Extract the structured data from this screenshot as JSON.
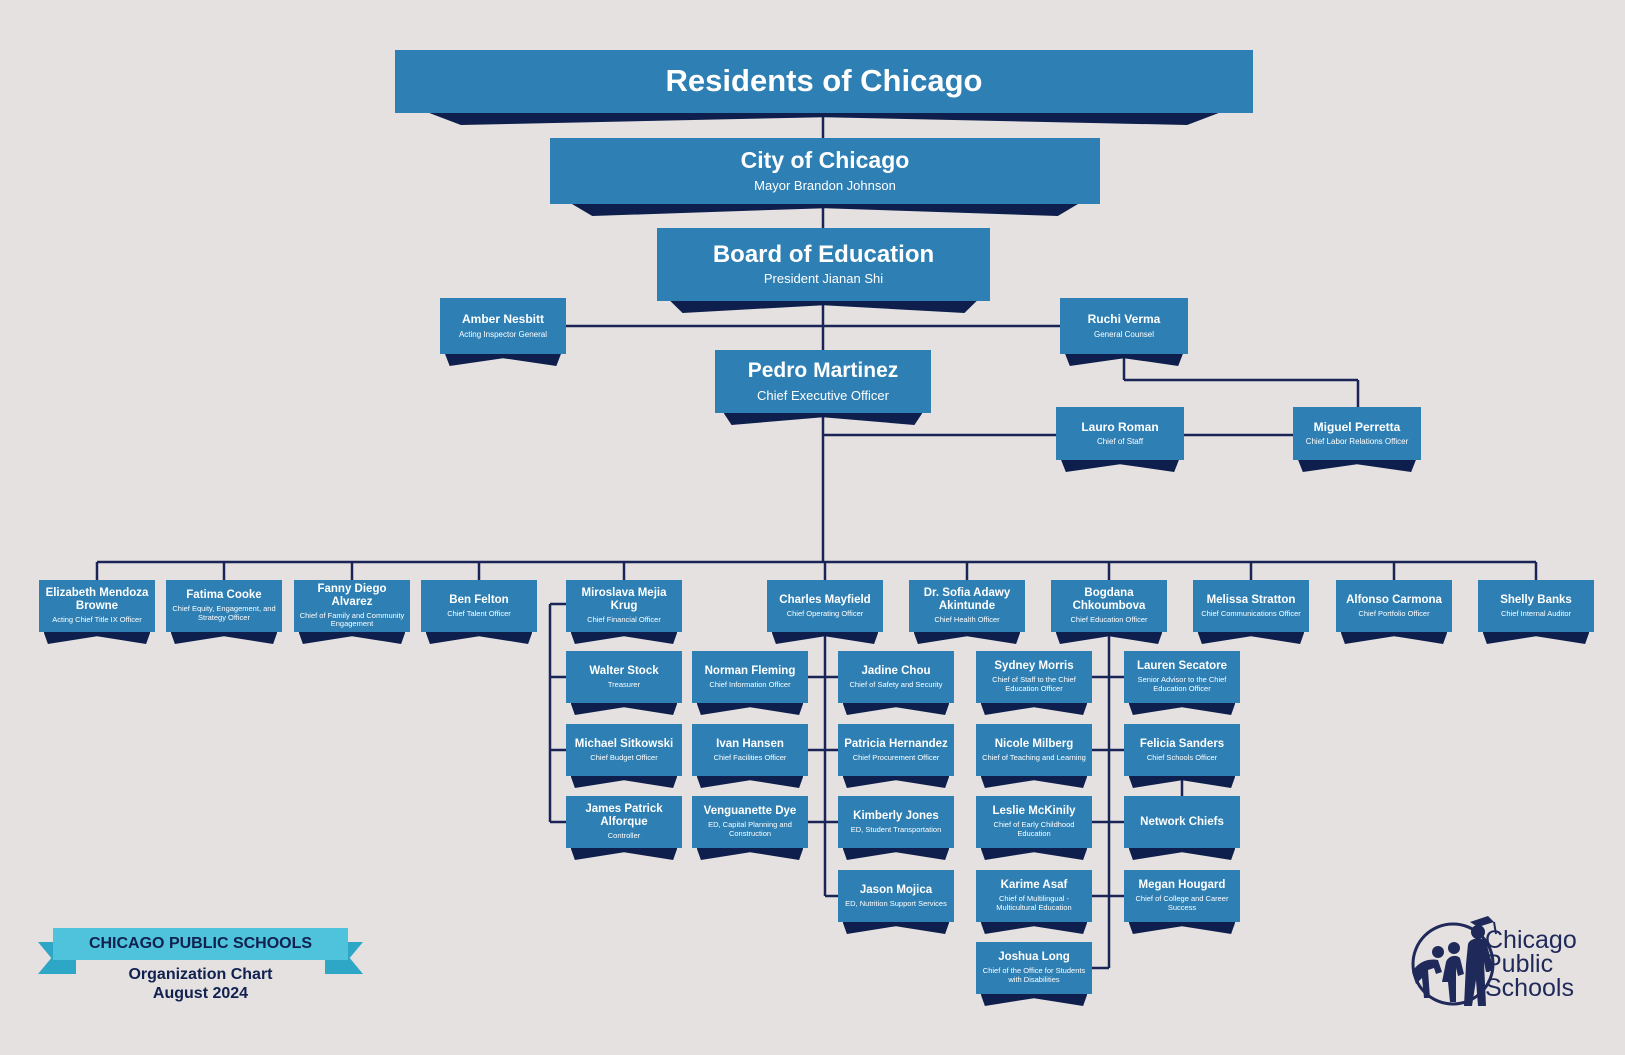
{
  "colors": {
    "box": "#2e7fb3",
    "ribbon": "#0f1f4d",
    "line": "#1a2456",
    "background": "#e5e1e0",
    "banner": "#4fc2dc"
  },
  "nodes": [
    {
      "name": "Residents of Chicago",
      "title": ""
    },
    {
      "name": "City of Chicago",
      "title": "Mayor Brandon Johnson"
    },
    {
      "name": "Board of Education",
      "title": "President Jianan Shi"
    },
    {
      "name": "Amber Nesbitt",
      "title": "Acting Inspector General"
    },
    {
      "name": "Ruchi Verma",
      "title": "General Counsel"
    },
    {
      "name": "Pedro Martinez",
      "title": "Chief Executive Officer"
    },
    {
      "name": "Lauro Roman",
      "title": "Chief of Staff"
    },
    {
      "name": "Miguel Perretta",
      "title": "Chief Labor Relations Officer"
    },
    {
      "name": "Elizabeth Mendoza Browne",
      "title": "Acting Chief Title IX Officer"
    },
    {
      "name": "Fatima Cooke",
      "title": "Chief Equity, Engagement, and Strategy Officer"
    },
    {
      "name": "Fanny Diego Alvarez",
      "title": "Chief of Family and Community Engagement"
    },
    {
      "name": "Ben Felton",
      "title": "Chief Talent Officer"
    },
    {
      "name": "Miroslava Mejia Krug",
      "title": "Chief Financial Officer"
    },
    {
      "name": "Charles Mayfield",
      "title": "Chief Operating Officer"
    },
    {
      "name": "Dr. Sofia Adawy Akintunde",
      "title": "Chief Health Officer"
    },
    {
      "name": "Bogdana Chkoumbova",
      "title": "Chief Education Officer"
    },
    {
      "name": "Melissa Stratton",
      "title": "Chief Communications Officer"
    },
    {
      "name": "Alfonso Carmona",
      "title": "Chief Portfolio Officer"
    },
    {
      "name": "Shelly Banks",
      "title": "Chief Internal Auditor"
    },
    {
      "name": "Walter Stock",
      "title": "Treasurer"
    },
    {
      "name": "Michael Sitkowski",
      "title": "Chief Budget Officer"
    },
    {
      "name": "James Patrick Alforque",
      "title": "Controller"
    },
    {
      "name": "Norman Fleming",
      "title": "Chief Information Officer"
    },
    {
      "name": "Ivan Hansen",
      "title": "Chief Facilities Officer"
    },
    {
      "name": "Venguanette Dye",
      "title": "ED, Capital Planning and Construction"
    },
    {
      "name": "Jadine Chou",
      "title": "Chief of Safety and Security"
    },
    {
      "name": "Patricia Hernandez",
      "title": "Chief Procurement Officer"
    },
    {
      "name": "Kimberly Jones",
      "title": "ED, Student Transportation"
    },
    {
      "name": "Jason Mojica",
      "title": "ED, Nutrition Support Services"
    },
    {
      "name": "Sydney Morris",
      "title": "Chief of Staff to the Chief Education Officer"
    },
    {
      "name": "Nicole Milberg",
      "title": "Chief of Teaching and Learning"
    },
    {
      "name": "Leslie McKinily",
      "title": "Chief of Early Childhood Education"
    },
    {
      "name": "Karime Asaf",
      "title": "Chief of Multilingual - Multicultural Education"
    },
    {
      "name": "Joshua Long",
      "title": "Chief of the Office for Students with Disabilities"
    },
    {
      "name": "Lauren Secatore",
      "title": "Senior Advisor to the Chief Education Officer"
    },
    {
      "name": "Felicia Sanders",
      "title": "Chief Schools Officer"
    },
    {
      "name": "Network Chiefs",
      "title": ""
    },
    {
      "name": "Megan Hougard",
      "title": "Chief of College and Career Success"
    }
  ],
  "footer": {
    "banner": "CHICAGO PUBLIC SCHOOLS",
    "line1": "Organization Chart",
    "line2": "August 2024"
  },
  "logo": {
    "line1": "Chicago",
    "line2": "Public",
    "line3": "Schools",
    "icon": "students-silhouette-logo-icon"
  }
}
